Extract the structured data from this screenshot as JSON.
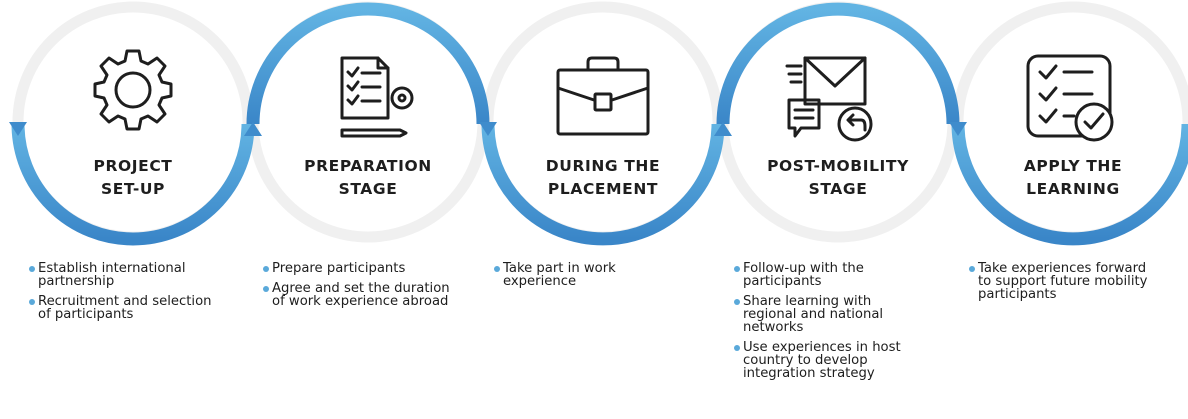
{
  "colors": {
    "accent": "#3f8ccc",
    "accent_light": "#62b4e3",
    "ring": "#f0f0f0",
    "text": "#1e1e1e",
    "bullet_dot": "#5aa9da"
  },
  "stages": [
    {
      "icon": "gear-icon",
      "title_lines": [
        "PROJECT",
        "SET-UP"
      ],
      "bullets": [
        "Establish international\npartnership",
        "Recruitment and selection\nof participants"
      ]
    },
    {
      "icon": "checklist-document-icon",
      "title_lines": [
        "PREPARATION",
        "STAGE"
      ],
      "bullets": [
        "Prepare participants",
        "Agree and set the duration\nof work experience abroad"
      ]
    },
    {
      "icon": "briefcase-icon",
      "title_lines": [
        "DURING THE",
        "PLACEMENT"
      ],
      "bullets": [
        "Take part in work\nexperience"
      ]
    },
    {
      "icon": "mail-reply-icon",
      "title_lines": [
        "POST-MOBILITY",
        "STAGE"
      ],
      "bullets": [
        "Follow-up with the\nparticipants",
        "Share learning with\nregional and national\nnetworks",
        "Use experiences in host\ncountry to develop\nintegration strategy"
      ]
    },
    {
      "icon": "checklist-approved-icon",
      "title_lines": [
        "APPLY THE",
        "LEARNING"
      ],
      "bullets": [
        "Take experiences forward\nto support future mobility\nparticipants"
      ]
    }
  ]
}
